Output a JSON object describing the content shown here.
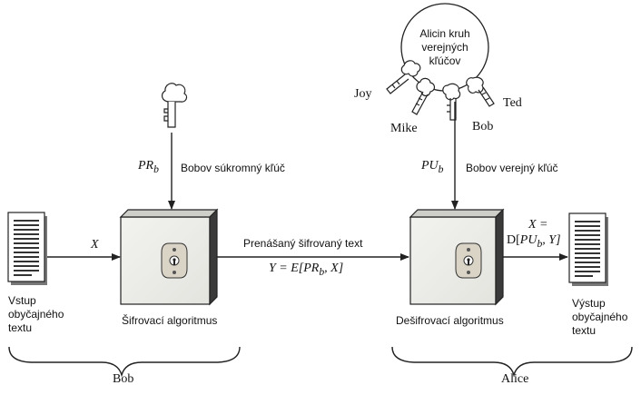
{
  "sender": {
    "input_label": "Vstup\nobyčajného\ntextu",
    "input_symbol": "X",
    "key_symbol": "PR",
    "key_subscript": "b",
    "key_label": "Bobov súkromný kľúč",
    "algorithm_label": "Šifrovací algoritmus",
    "brace_label": "Bob"
  },
  "channel": {
    "label": "Prenášaný šifrovaný text",
    "formula_prefix": "Y = E[",
    "formula_key": "PR",
    "formula_sub": "b",
    "formula_suffix": ", X]"
  },
  "receiver": {
    "key_ring_label": "Alicin kruh\nverejných\nkľúčov",
    "ring_owners": [
      "Joy",
      "Mike",
      "Bob",
      "Ted"
    ],
    "key_symbol": "PU",
    "key_subscript": "b",
    "key_label": "Bobov verejný kľúč",
    "algorithm_label": "Dešifrovací algoritmus",
    "output_formula_top": "X =",
    "output_formula_prefix": "D[",
    "output_formula_key": "PU",
    "output_formula_sub": "b",
    "output_formula_suffix": ", Y]",
    "output_label": "Výstup\nobyčajného\ntextu",
    "brace_label": "Alice"
  }
}
